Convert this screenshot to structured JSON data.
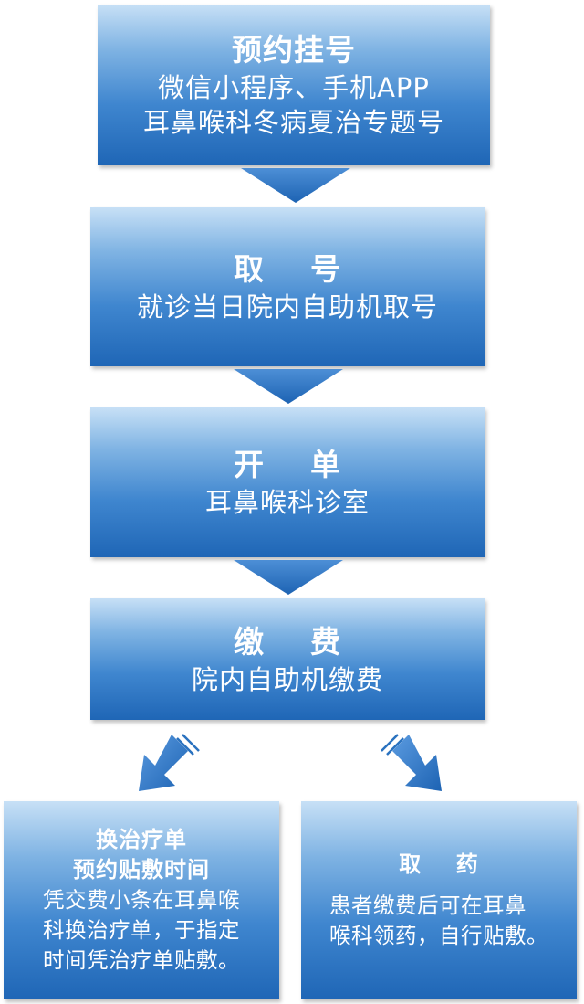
{
  "step1": {
    "title": "预约挂号",
    "lines": [
      "微信小程序、手机APP",
      "耳鼻喉科冬病夏治专题号"
    ]
  },
  "step2": {
    "title": "取    号",
    "lines": [
      "就诊当日院内自助机取号"
    ]
  },
  "step3": {
    "title": "开    单",
    "lines": [
      "耳鼻喉科诊室"
    ]
  },
  "step4": {
    "title": "缴    费",
    "lines": [
      "院内自助机缴费"
    ]
  },
  "left_branch": {
    "titles": [
      "换治疗单",
      "预约贴敷时间"
    ],
    "lines": [
      "凭交费小条在耳鼻喉",
      "科换治疗单，于指定",
      "时间凭治疗单贴敷。"
    ]
  },
  "right_branch": {
    "title": "取    药",
    "lines": [
      "患者缴费后可在耳鼻",
      "喉科领药，自行贴敷。"
    ]
  },
  "colors": {
    "box_top": "#c7e0f6",
    "box_bottom": "#1f66b6",
    "arrow": "#2a72bf"
  }
}
